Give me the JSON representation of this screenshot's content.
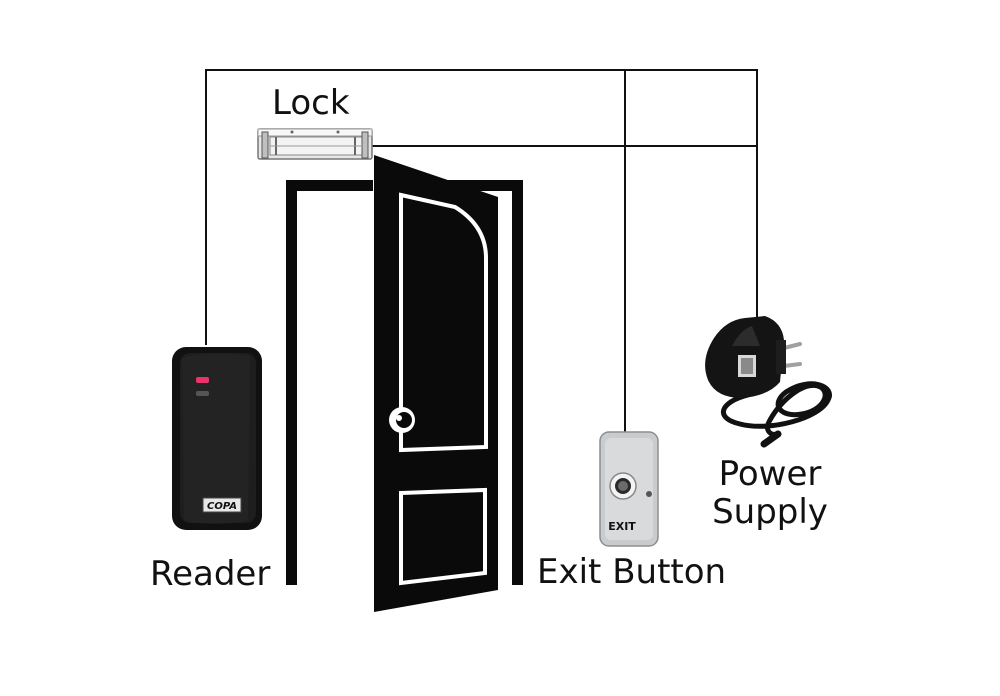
{
  "labels": {
    "lock": "Lock",
    "reader": "Reader",
    "exit_button": "Exit Button",
    "power_supply_line1": "Power",
    "power_supply_line2": "Supply"
  },
  "device_text": {
    "reader_brand": "COPA",
    "exit_plate": "EXIT"
  },
  "colors": {
    "line": "#111111",
    "door": "#0a0a0a",
    "reader_body": "#1b1b1b",
    "exit_plate": "#c9cbcd",
    "lock_body": "#e8e8e8",
    "led_red": "#e8336b"
  }
}
